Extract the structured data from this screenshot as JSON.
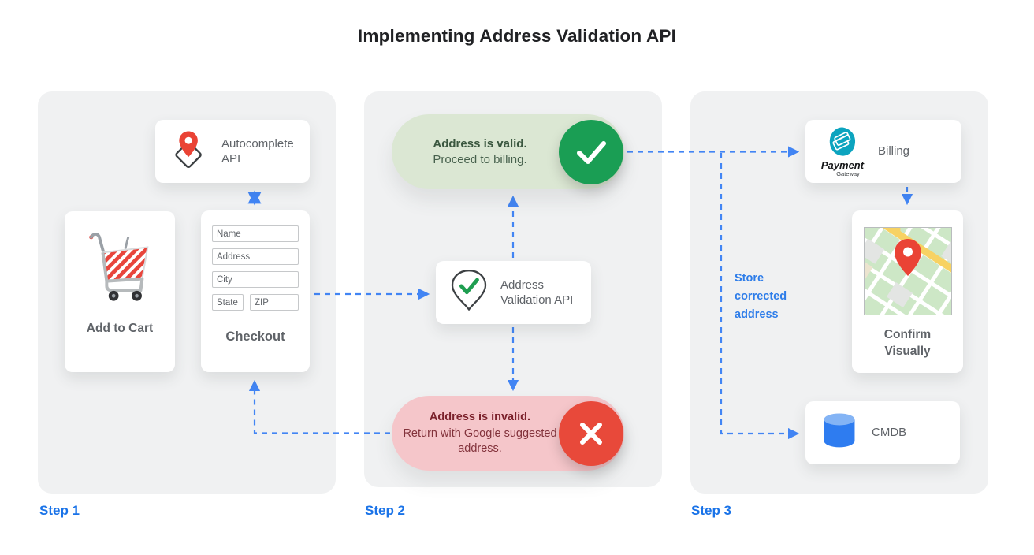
{
  "title": "Implementing Address Validation API",
  "steps": {
    "step1_label": "Step 1",
    "step2_label": "Step 2",
    "step3_label": "Step 3"
  },
  "step1": {
    "autocomplete_card": {
      "label": "Autocomplete API",
      "icon": "map-pin-diamond-icon"
    },
    "cart_card": {
      "label": "Add to Cart",
      "icon": "shopping-cart-icon"
    },
    "checkout_card": {
      "label": "Checkout",
      "fields": {
        "name": "Name",
        "address": "Address",
        "city": "City",
        "state": "State",
        "zip": "ZIP"
      }
    }
  },
  "step2": {
    "valid_banner": {
      "title": "Address is valid.",
      "subtitle": "Proceed to billing.",
      "icon": "check-circle-icon"
    },
    "validation_card": {
      "label": "Address Validation API",
      "icon": "pin-check-icon"
    },
    "invalid_banner": {
      "title": "Address is invalid.",
      "subtitle": "Return with Google suggested address.",
      "icon": "x-circle-icon"
    }
  },
  "step3": {
    "billing_card": {
      "label": "Billing",
      "logo_title": "Payment",
      "logo_subtitle": "Gateway",
      "icon": "payment-gateway-logo"
    },
    "confirm_card": {
      "label": "Confirm Visually",
      "icon": "map-thumbnail"
    },
    "cmdb_card": {
      "label": "CMDB",
      "icon": "database-cylinder-icon"
    },
    "annotation": "Store corrected address"
  },
  "colors": {
    "accent_blue": "#1a73e8",
    "arrow_blue": "#4285f4",
    "valid_green": "#1a9e54",
    "valid_banner_bg": "#dbe7d3",
    "invalid_red": "#e8493a",
    "invalid_banner_bg": "#f5c6ca",
    "panel_gray": "#f0f1f2"
  }
}
